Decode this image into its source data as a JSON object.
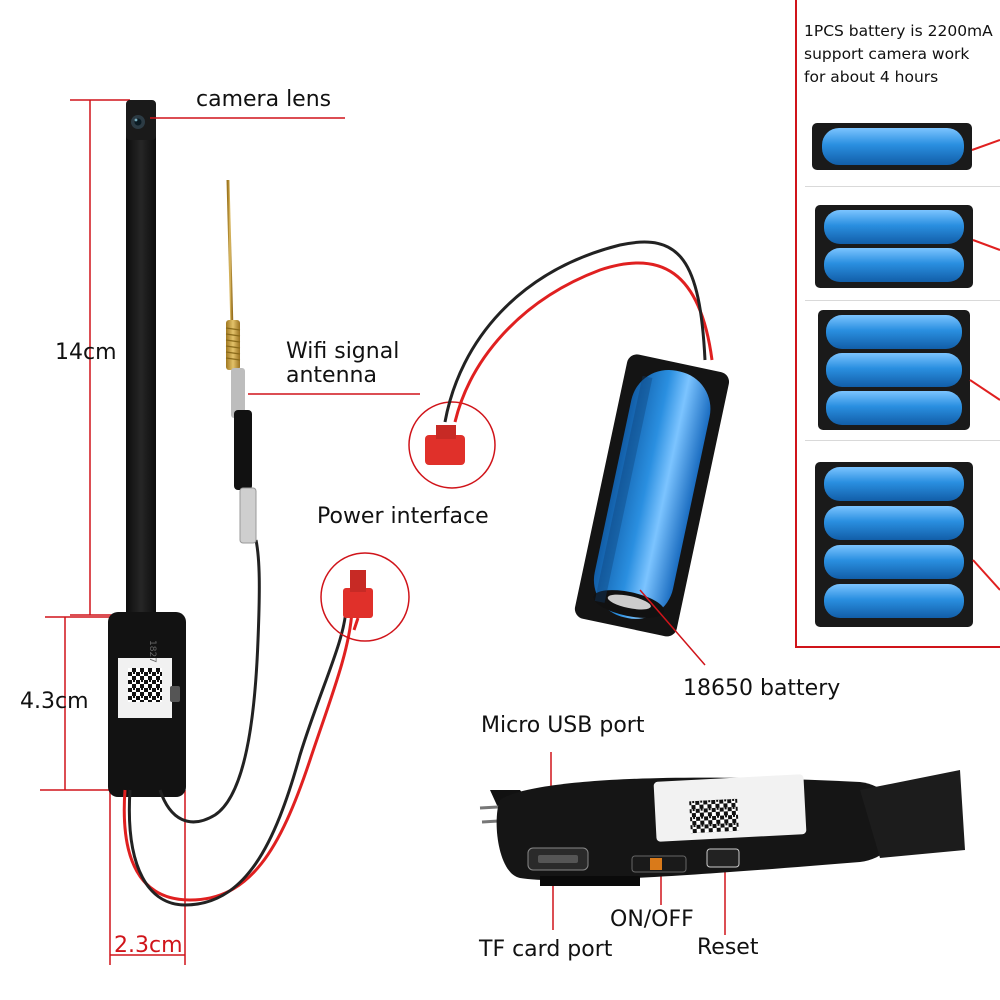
{
  "labels": {
    "camera_lens": "camera lens",
    "wifi_line1": "Wifi signal",
    "wifi_line2": "antenna",
    "power_interface": "Power interface",
    "battery_18650": "18650 battery",
    "micro_usb": "Micro USB port",
    "tf_card": "TF card port",
    "on_off": "ON/OFF",
    "reset": "Reset"
  },
  "dimensions": {
    "length": "14cm",
    "height": "4.3cm",
    "width": "2.3cm"
  },
  "battery_note": {
    "line1": "1PCS battery is 2200mA",
    "line2": "support camera work",
    "line3": "for about 4 hours"
  },
  "battery_pack_options": [
    1,
    2,
    3,
    4
  ],
  "board_print": {
    "code": "1827",
    "qr_text": "CW.1A2E-2861092EEC-C5019"
  },
  "colors": {
    "accent_red": "#d0141a",
    "battery_blue": "#2a8fe0",
    "wire_red": "#e02020",
    "connector_red": "#e0302a",
    "board_black": "#151515"
  }
}
